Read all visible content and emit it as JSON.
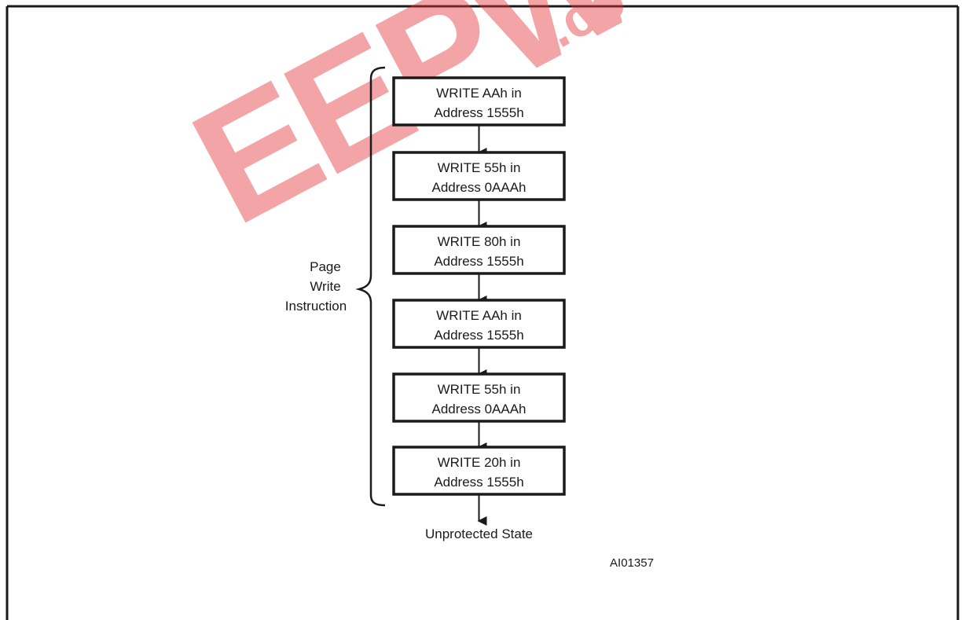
{
  "steps": [
    {
      "line1": "WRITE AAh in",
      "line2": "Address 1555h"
    },
    {
      "line1": "WRITE 55h in",
      "line2": "Address 0AAAh"
    },
    {
      "line1": "WRITE 80h in",
      "line2": "Address 1555h"
    },
    {
      "line1": "WRITE AAh in",
      "line2": "Address 1555h"
    },
    {
      "line1": "WRITE 55h in",
      "line2": "Address 0AAAh"
    },
    {
      "line1": "WRITE 20h in",
      "line2": "Address 1555h"
    }
  ],
  "bracket_label": {
    "line1": "Page",
    "line2": "Write",
    "line3": "Instruction"
  },
  "end_state": "Unprotected State",
  "figure_code": "AI01357",
  "watermark": {
    "text": "EEPW",
    "suffix": ".co",
    "color": "#e5383b"
  }
}
